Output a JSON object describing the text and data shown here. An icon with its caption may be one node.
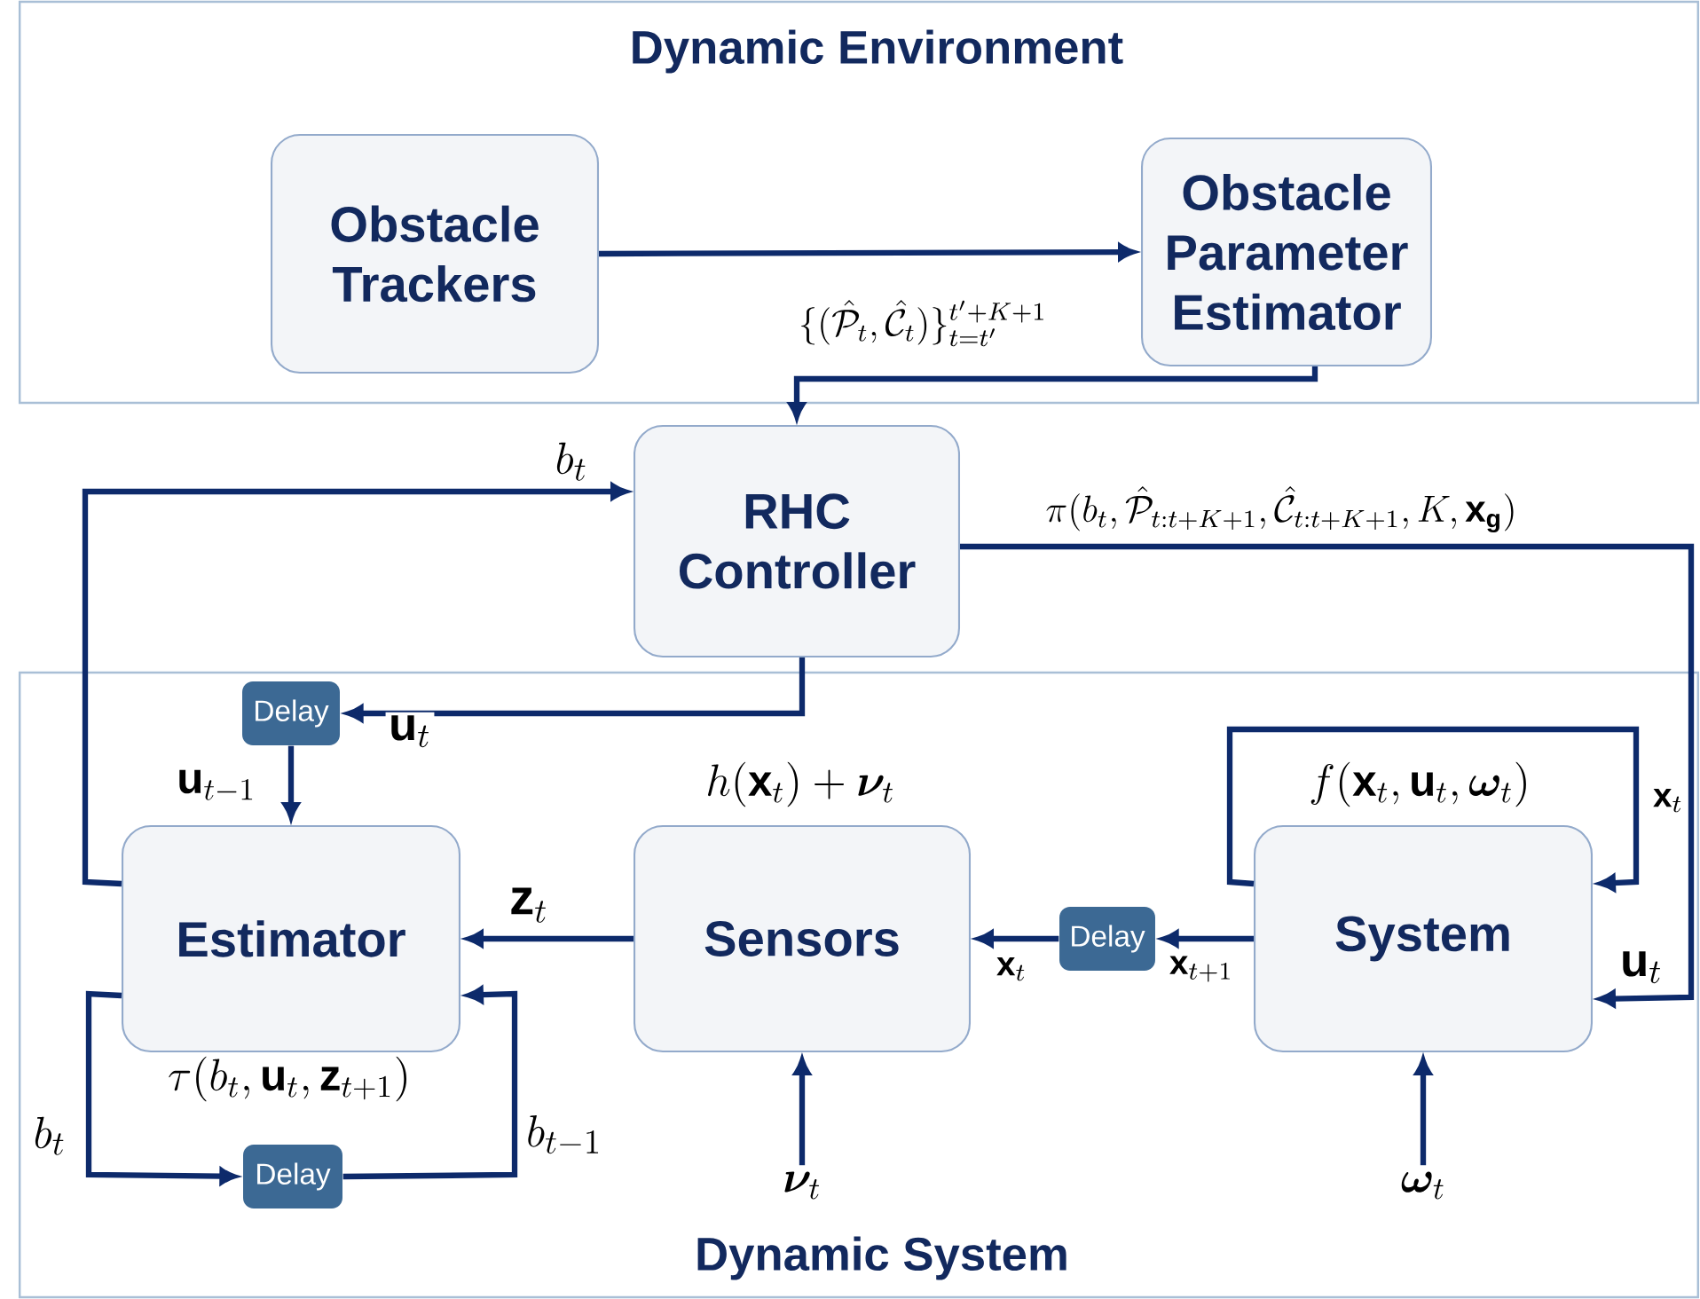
{
  "diagram": {
    "nodes": [
      {
        "text": [
          "Dynamic Environment"
        ]
      },
      {
        "text": [
          "Obstacle Trackers"
        ],
        "in": 0
      },
      {
        "text": [
          "Obstacle Parameter Estimator"
        ],
        "in": 0
      },
      {
        "text": [
          "RHC Controller"
        ]
      },
      {
        "text": [
          "Dynamic System"
        ]
      },
      {
        "text": [
          "Delay"
        ],
        "in": 4
      },
      {
        "text": [
          "Estimator"
        ],
        "in": 4,
        "beside": [
          "\\tau(b_t,\\mathbf{u}_t,\\mathbf{z}_{t+1})"
        ]
      },
      {
        "text": [
          "Sensors"
        ],
        "in": 4,
        "beside": [
          "h(\\mathbf{x}_t)+\\boldsymbol{\\nu}_t"
        ]
      },
      {
        "text": [
          "Delay"
        ],
        "in": 4
      },
      {
        "text": [
          "System"
        ],
        "in": 4,
        "beside": [
          "f(\\mathbf{x}_t,\\mathbf{u}_t,\\boldsymbol{\\omega}_t)"
        ]
      },
      {
        "text": [
          "Delay"
        ],
        "in": 4
      },
      {
        "text": [
          "\\boldsymbol{\\nu}_t"
        ],
        "in": 4
      },
      {
        "text": [
          "\\boldsymbol{\\omega}_t"
        ],
        "in": 4
      }
    ],
    "edges": [
      {
        "from": 1,
        "to": 2,
        "arrow": "to"
      },
      {
        "from": 2,
        "to": 3,
        "arrow": "to",
        "label": "\\{(\\hat{\\mathcal{P}}_t,\\hat{\\mathcal{C}}_t)\\}_{t=t'}^{t'+K+1}"
      },
      {
        "from": 6,
        "to": 3,
        "arrow": "to",
        "label": "b_t"
      },
      {
        "from": 3,
        "to": 9,
        "arrow": "to",
        "label": "\\pi(b_t,\\hat{\\mathcal{P}}_{t:t+K+1},\\hat{\\mathcal{C}}_{t:t+K+1},K,\\mathbf{x}_\\mathbf{g})"
      },
      {
        "from": 3,
        "to": 5,
        "arrow": "to",
        "label": "\\mathbf{u}_t"
      },
      {
        "from": 5,
        "to": 6,
        "arrow": "to",
        "label": "\\mathbf{u}_{t-1}"
      },
      {
        "from": 7,
        "to": 6,
        "arrow": "to",
        "label": "\\mathbf{z}_t"
      },
      {
        "from": 8,
        "to": 7,
        "arrow": "to",
        "label": "\\mathbf{x}_t"
      },
      {
        "from": 9,
        "to": 8,
        "arrow": "to",
        "label": "\\mathbf{x}_{t+1}"
      },
      {
        "from": 9,
        "to": 9,
        "arrow": "to",
        "label": "\\mathbf{x}_t"
      },
      {
        "from": 6,
        "to": 10,
        "arrow": "to",
        "label": "b_t"
      },
      {
        "from": 10,
        "to": 6,
        "arrow": "to",
        "label": "b_{t-1}"
      },
      {
        "from": 11,
        "to": 7,
        "arrow": "to"
      },
      {
        "from": 12,
        "to": 9,
        "arrow": "to"
      }
    ],
    "labels": [
      "\\mathbf{u}_t"
    ]
  }
}
